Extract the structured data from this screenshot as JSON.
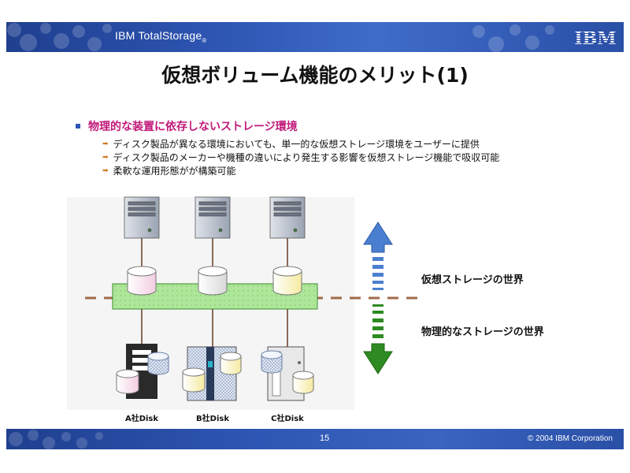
{
  "header": {
    "brand": "IBM TotalStorage",
    "brand_mark": "®",
    "logo_text": "IBM"
  },
  "title": "仮想ボリューム機能のメリット(1)",
  "bullets": {
    "main": "物理的な装置に依存しないストレージ環境",
    "subs": [
      "ディスク製品が異なる環境においても、単一的な仮想ストレージ環境をユーザーに提供",
      "ディスク製品のメーカーや機種の違いにより発生する影響を仮想ストレージ機能で吸収可能",
      "柔軟な運用形態がが構築可能"
    ]
  },
  "diagram": {
    "virtual_label": "仮想ストレージの世界",
    "physical_label": "物理的なストレージの世界",
    "disk_labels": [
      "A社Disk",
      "B社Disk",
      "C社Disk"
    ],
    "colors": {
      "up_arrow": "#4a7fd0",
      "down_arrow": "#2e8a22",
      "virtual_band": "#aee79a",
      "divider": "#a06a48"
    }
  },
  "footer": {
    "page": "15",
    "copyright": "© 2004 IBM Corporation"
  }
}
